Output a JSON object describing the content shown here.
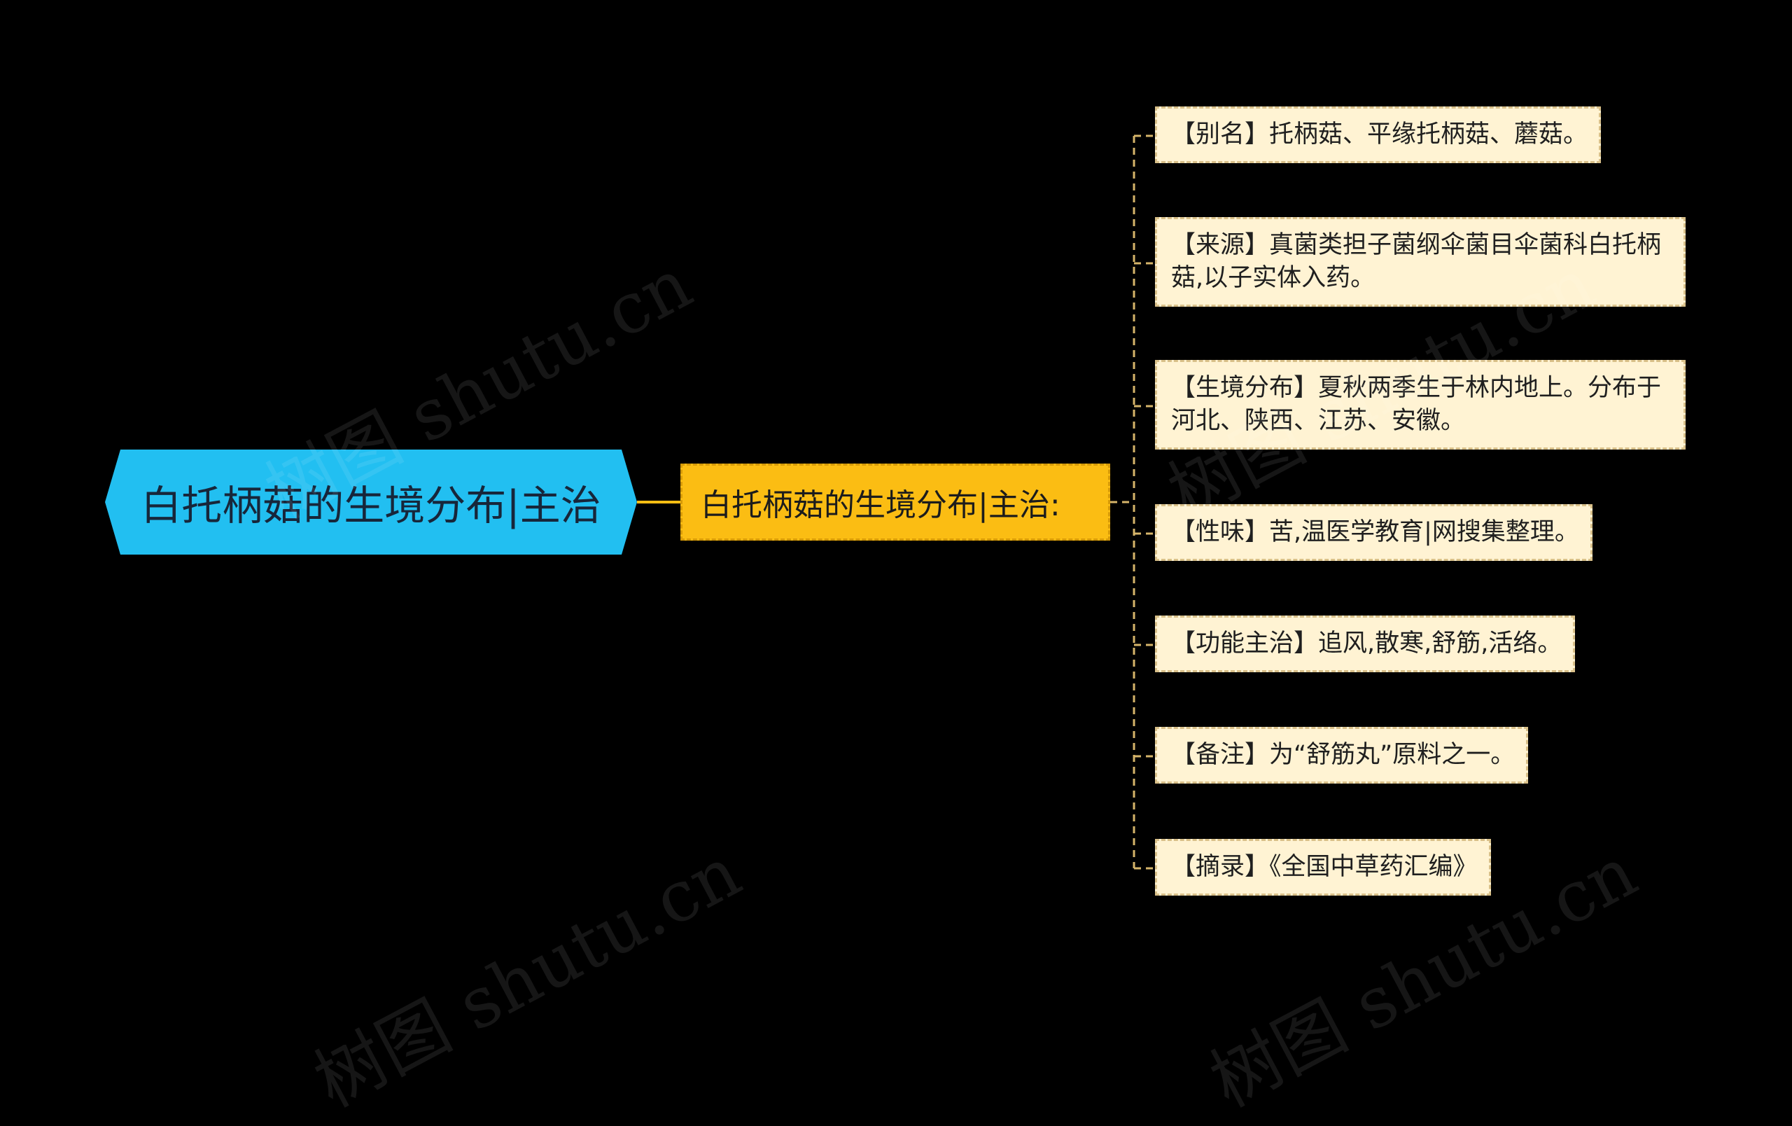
{
  "watermark": {
    "text": "树图 shutu.cn"
  },
  "colors": {
    "background": "#000000",
    "root_fill": "#22bff1",
    "sub_fill": "#fbbd13",
    "leaf_fill": "#fff3d3",
    "connector": "#fbbd13",
    "leaf_connector": "#d6b56a"
  },
  "mindmap": {
    "root": {
      "label": "白托柄菇的生境分布|主治"
    },
    "branch": {
      "label": "白托柄菇的生境分布|主治:"
    },
    "leaves": [
      {
        "label": "【别名】托柄菇、平缘托柄菇、蘑菇。"
      },
      {
        "label": "【来源】真菌类担子菌纲伞菌目伞菌科白托柄菇,以子实体入药。"
      },
      {
        "label": "【生境分布】夏秋两季生于林内地上。分布于河北、陕西、江苏、安徽。"
      },
      {
        "label": "【性味】苦,温医学教育|网搜集整理。"
      },
      {
        "label": "【功能主治】追风,散寒,舒筋,活络。"
      },
      {
        "label": "【备注】为“舒筋丸”原料之一。"
      },
      {
        "label": "【摘录】《全国中草药汇编》"
      }
    ]
  }
}
